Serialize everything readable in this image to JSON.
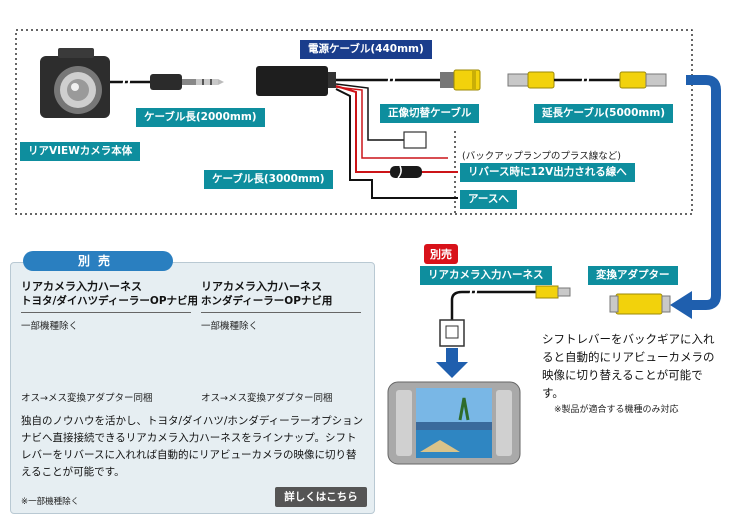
{
  "labels": {
    "power_cable": "電源ケーブル(440mm)",
    "cable_length_2000": "ケーブル長(2000mm)",
    "camera_body": "リアVIEWカメラ本体",
    "video_switch_cable": "正像切替ケーブル",
    "extension_cable": "延長ケーブル(5000mm)",
    "cable_length_3000": "ケーブル長(3000mm)",
    "backup_lamp_note": "(バックアップランプのプラス線など)",
    "reverse_12v": "リバース時に12V出力される線へ",
    "ground": "アースへ",
    "sold_separately_badge": "別売",
    "harness_label": "リアカメラ入力ハーネス",
    "adapter_label": "変換アダプター"
  },
  "right_text": {
    "description": "シフトレバーをバックギアに入れると自動的にリアビューカメラの映像に切り替えることが可能です。",
    "note": "※製品が適合する機種のみ対応"
  },
  "panel": {
    "header": "別売",
    "product1_title_line1": "リアカメラ入力ハーネス",
    "product1_title_line2": "トヨタ/ダイハツディーラーOPナビ用",
    "product1_note": "一部機種除く",
    "product1_adapter": "オス→メス変換アダプター同梱",
    "product2_title_line1": "リアカメラ入力ハーネス",
    "product2_title_line2": "ホンダディーラーOPナビ用",
    "product2_note": "一部機種除く",
    "product2_adapter": "オス→メス変換アダプター同梱",
    "body": "独自のノウハウを活かし、トヨタ/ダイハツ/ホンダディーラーオプションナビへ直接接続できるリアカメラ入力ハーネスをラインナップ。シフトレバーをリバースに入れれば自動的にリアビューカメラの映像に切り替えることが可能です。",
    "footnote": "※一部機種除く",
    "details_button": "詳しくはこちら"
  },
  "colors": {
    "teal": "#0e8e9e",
    "navy": "#1a3d8c",
    "red": "#d8121a",
    "arrow_blue": "#1f5fae",
    "rca_yellow": "#f2d20c"
  }
}
